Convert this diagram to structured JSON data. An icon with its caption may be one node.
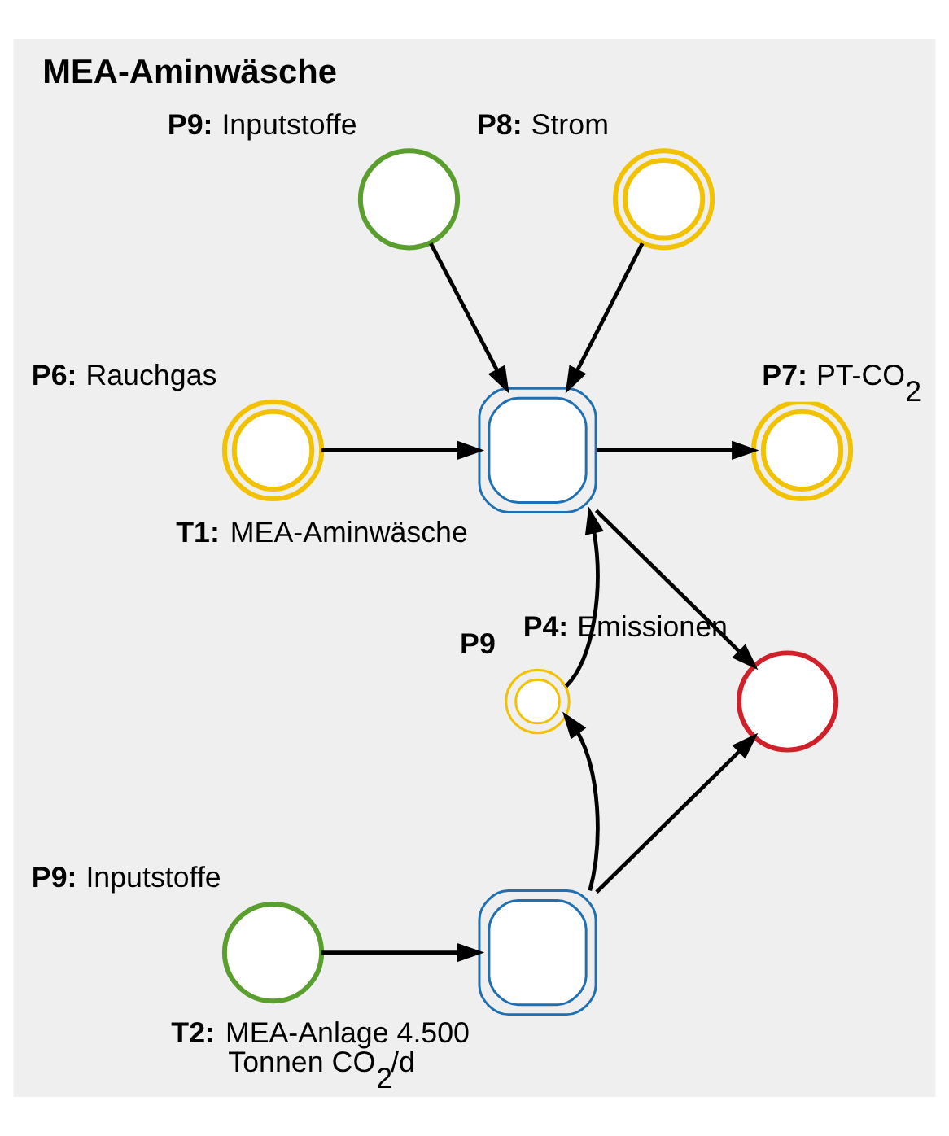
{
  "diagram": {
    "title": "MEA-Aminwäsche",
    "nodes": [
      {
        "text": [
          "**P9:** Inputstoffe"
        ]
      },
      {
        "text": [
          "**P8:** Strom"
        ]
      },
      {
        "text": [
          "**P6:** Rauchgas"
        ]
      },
      {
        "text": [
          "**T1:** MEA-Aminwäsche"
        ]
      },
      {
        "text": [
          "**P7:** PT-CO$_{2}$"
        ]
      },
      {
        "text": [
          "**P9**"
        ]
      },
      {
        "text": [
          "**P4:** Emissionen"
        ]
      },
      {
        "text": [
          "**P9:** Inputstoffe"
        ]
      },
      {
        "text": [
          "**T2:** MEA-Anlage 4.500 Tonnen CO$_{2}$/d"
        ]
      }
    ],
    "edges": [
      {
        "from": 0,
        "to": 3,
        "arrow": "to"
      },
      {
        "from": 1,
        "to": 3,
        "arrow": "to"
      },
      {
        "from": 2,
        "to": 3,
        "arrow": "to"
      },
      {
        "from": 3,
        "to": 4,
        "arrow": "to"
      },
      {
        "from": 3,
        "to": 6,
        "arrow": "to"
      },
      {
        "from": 5,
        "to": 3,
        "arrow": "to"
      },
      {
        "from": 8,
        "to": 5,
        "arrow": "to"
      },
      {
        "from": 8,
        "to": 6,
        "arrow": "to"
      },
      {
        "from": 7,
        "to": 8,
        "arrow": "to"
      }
    ]
  }
}
